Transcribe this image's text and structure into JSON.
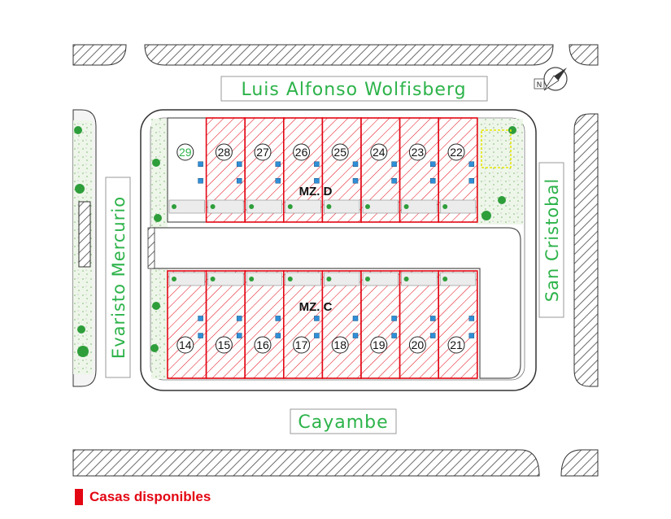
{
  "streets": {
    "north": "Luis Alfonso Wolfisberg",
    "south": "Cayambe",
    "west": "Evaristo Mercurio",
    "east": "San Cristobal"
  },
  "blocks": {
    "d": {
      "label": "MZ. D",
      "lots": [
        {
          "number": "29",
          "available": false
        },
        {
          "number": "28",
          "available": true
        },
        {
          "number": "27",
          "available": true
        },
        {
          "number": "26",
          "available": true
        },
        {
          "number": "25",
          "available": true
        },
        {
          "number": "24",
          "available": true
        },
        {
          "number": "23",
          "available": true
        },
        {
          "number": "22",
          "available": true
        }
      ]
    },
    "c": {
      "label": "MZ. C",
      "lots": [
        {
          "number": "14",
          "available": true
        },
        {
          "number": "15",
          "available": true
        },
        {
          "number": "16",
          "available": true
        },
        {
          "number": "17",
          "available": true
        },
        {
          "number": "18",
          "available": true
        },
        {
          "number": "19",
          "available": true
        },
        {
          "number": "20",
          "available": true
        },
        {
          "number": "21",
          "available": true
        }
      ]
    }
  },
  "legend": {
    "label": "Casas disponibles",
    "color": "#e30613"
  },
  "colors": {
    "available_outline": "#e30613",
    "street_label": "#2db34a",
    "lot_number_unavailable": "#2db34a",
    "vegetation": "#2e9e3a",
    "hatch": "#555555"
  },
  "icons": {
    "north_arrow": "compass-north-arrow-icon"
  }
}
